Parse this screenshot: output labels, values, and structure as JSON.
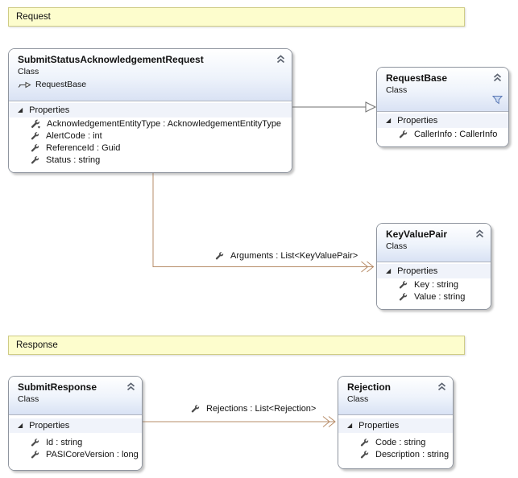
{
  "diagram": {
    "banners": [
      {
        "label": "Request"
      },
      {
        "label": "Response"
      }
    ],
    "classes": [
      {
        "title": "SubmitStatusAcknowledgementRequest",
        "kind": "Class",
        "inherits": "RequestBase",
        "section_label": "Properties",
        "members": [
          {
            "text": "AcknowledgementEntityType : AcknowledgementEntityType"
          },
          {
            "text": "AlertCode : int"
          },
          {
            "text": "ReferenceId : Guid"
          },
          {
            "text": "Status : string"
          }
        ]
      },
      {
        "title": "RequestBase",
        "kind": "Class",
        "section_label": "Properties",
        "has_filter_icon": true,
        "members": [
          {
            "text": "CallerInfo : CallerInfo"
          }
        ]
      },
      {
        "title": "KeyValuePair",
        "kind": "Class",
        "section_label": "Properties",
        "members": [
          {
            "text": "Key : string"
          },
          {
            "text": "Value : string"
          }
        ]
      },
      {
        "title": "SubmitResponse",
        "kind": "Class",
        "section_label": "Properties",
        "members": [
          {
            "text": "Id : string"
          },
          {
            "text": "PASICoreVersion : long"
          }
        ]
      },
      {
        "title": "Rejection",
        "kind": "Class",
        "section_label": "Properties",
        "members": [
          {
            "text": "Code : string"
          },
          {
            "text": "Description : string"
          }
        ]
      }
    ],
    "associations": [
      {
        "label": "Arguments : List<KeyValuePair>",
        "from": "SubmitStatusAcknowledgementRequest",
        "to": "KeyValuePair"
      },
      {
        "label": "Rejections : List<Rejection>",
        "from": "SubmitResponse",
        "to": "Rejection"
      },
      {
        "type": "inheritance",
        "from": "SubmitStatusAcknowledgementRequest",
        "to": "RequestBase"
      }
    ],
    "colors": {
      "association_line": "#b78c68",
      "inheritance_line": "#6f6f6f",
      "banner_fill": "#fdfdcd",
      "banner_border": "#cfcc86",
      "header_gradient_end": "#d9e2f4",
      "box_border": "#8f959f"
    }
  }
}
